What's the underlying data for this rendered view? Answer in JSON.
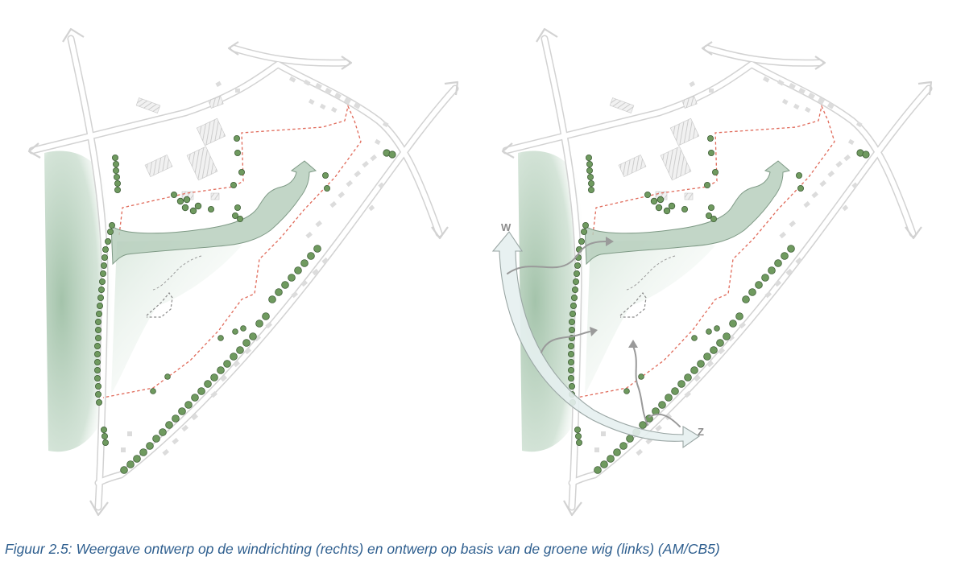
{
  "figure": {
    "caption": "Figuur 2.5: Weergave ontwerp op de windrichting (rechts) en ontwerp op basis van de groene wig (links) (AM/CB5)"
  },
  "panels": [
    {
      "id": "left",
      "wind_labels": []
    },
    {
      "id": "right",
      "wind_labels": [
        "W",
        "Z"
      ]
    }
  ],
  "colors": {
    "road_outline": "#d2d2d2",
    "building_hatch": "#c8c8c8",
    "green_wedge": "#b7cfbd",
    "green_wedge_stroke": "#7f9a86",
    "green_soft": "#e3ede5",
    "tree_fill": "#6f9a5f",
    "tree_stroke": "#3f5e37",
    "boundary_red": "#e06a5a",
    "boundary_grey": "#8a8a8a",
    "wind_arrow": "#e6f0ef",
    "caption_text": "#2f5f8f"
  }
}
